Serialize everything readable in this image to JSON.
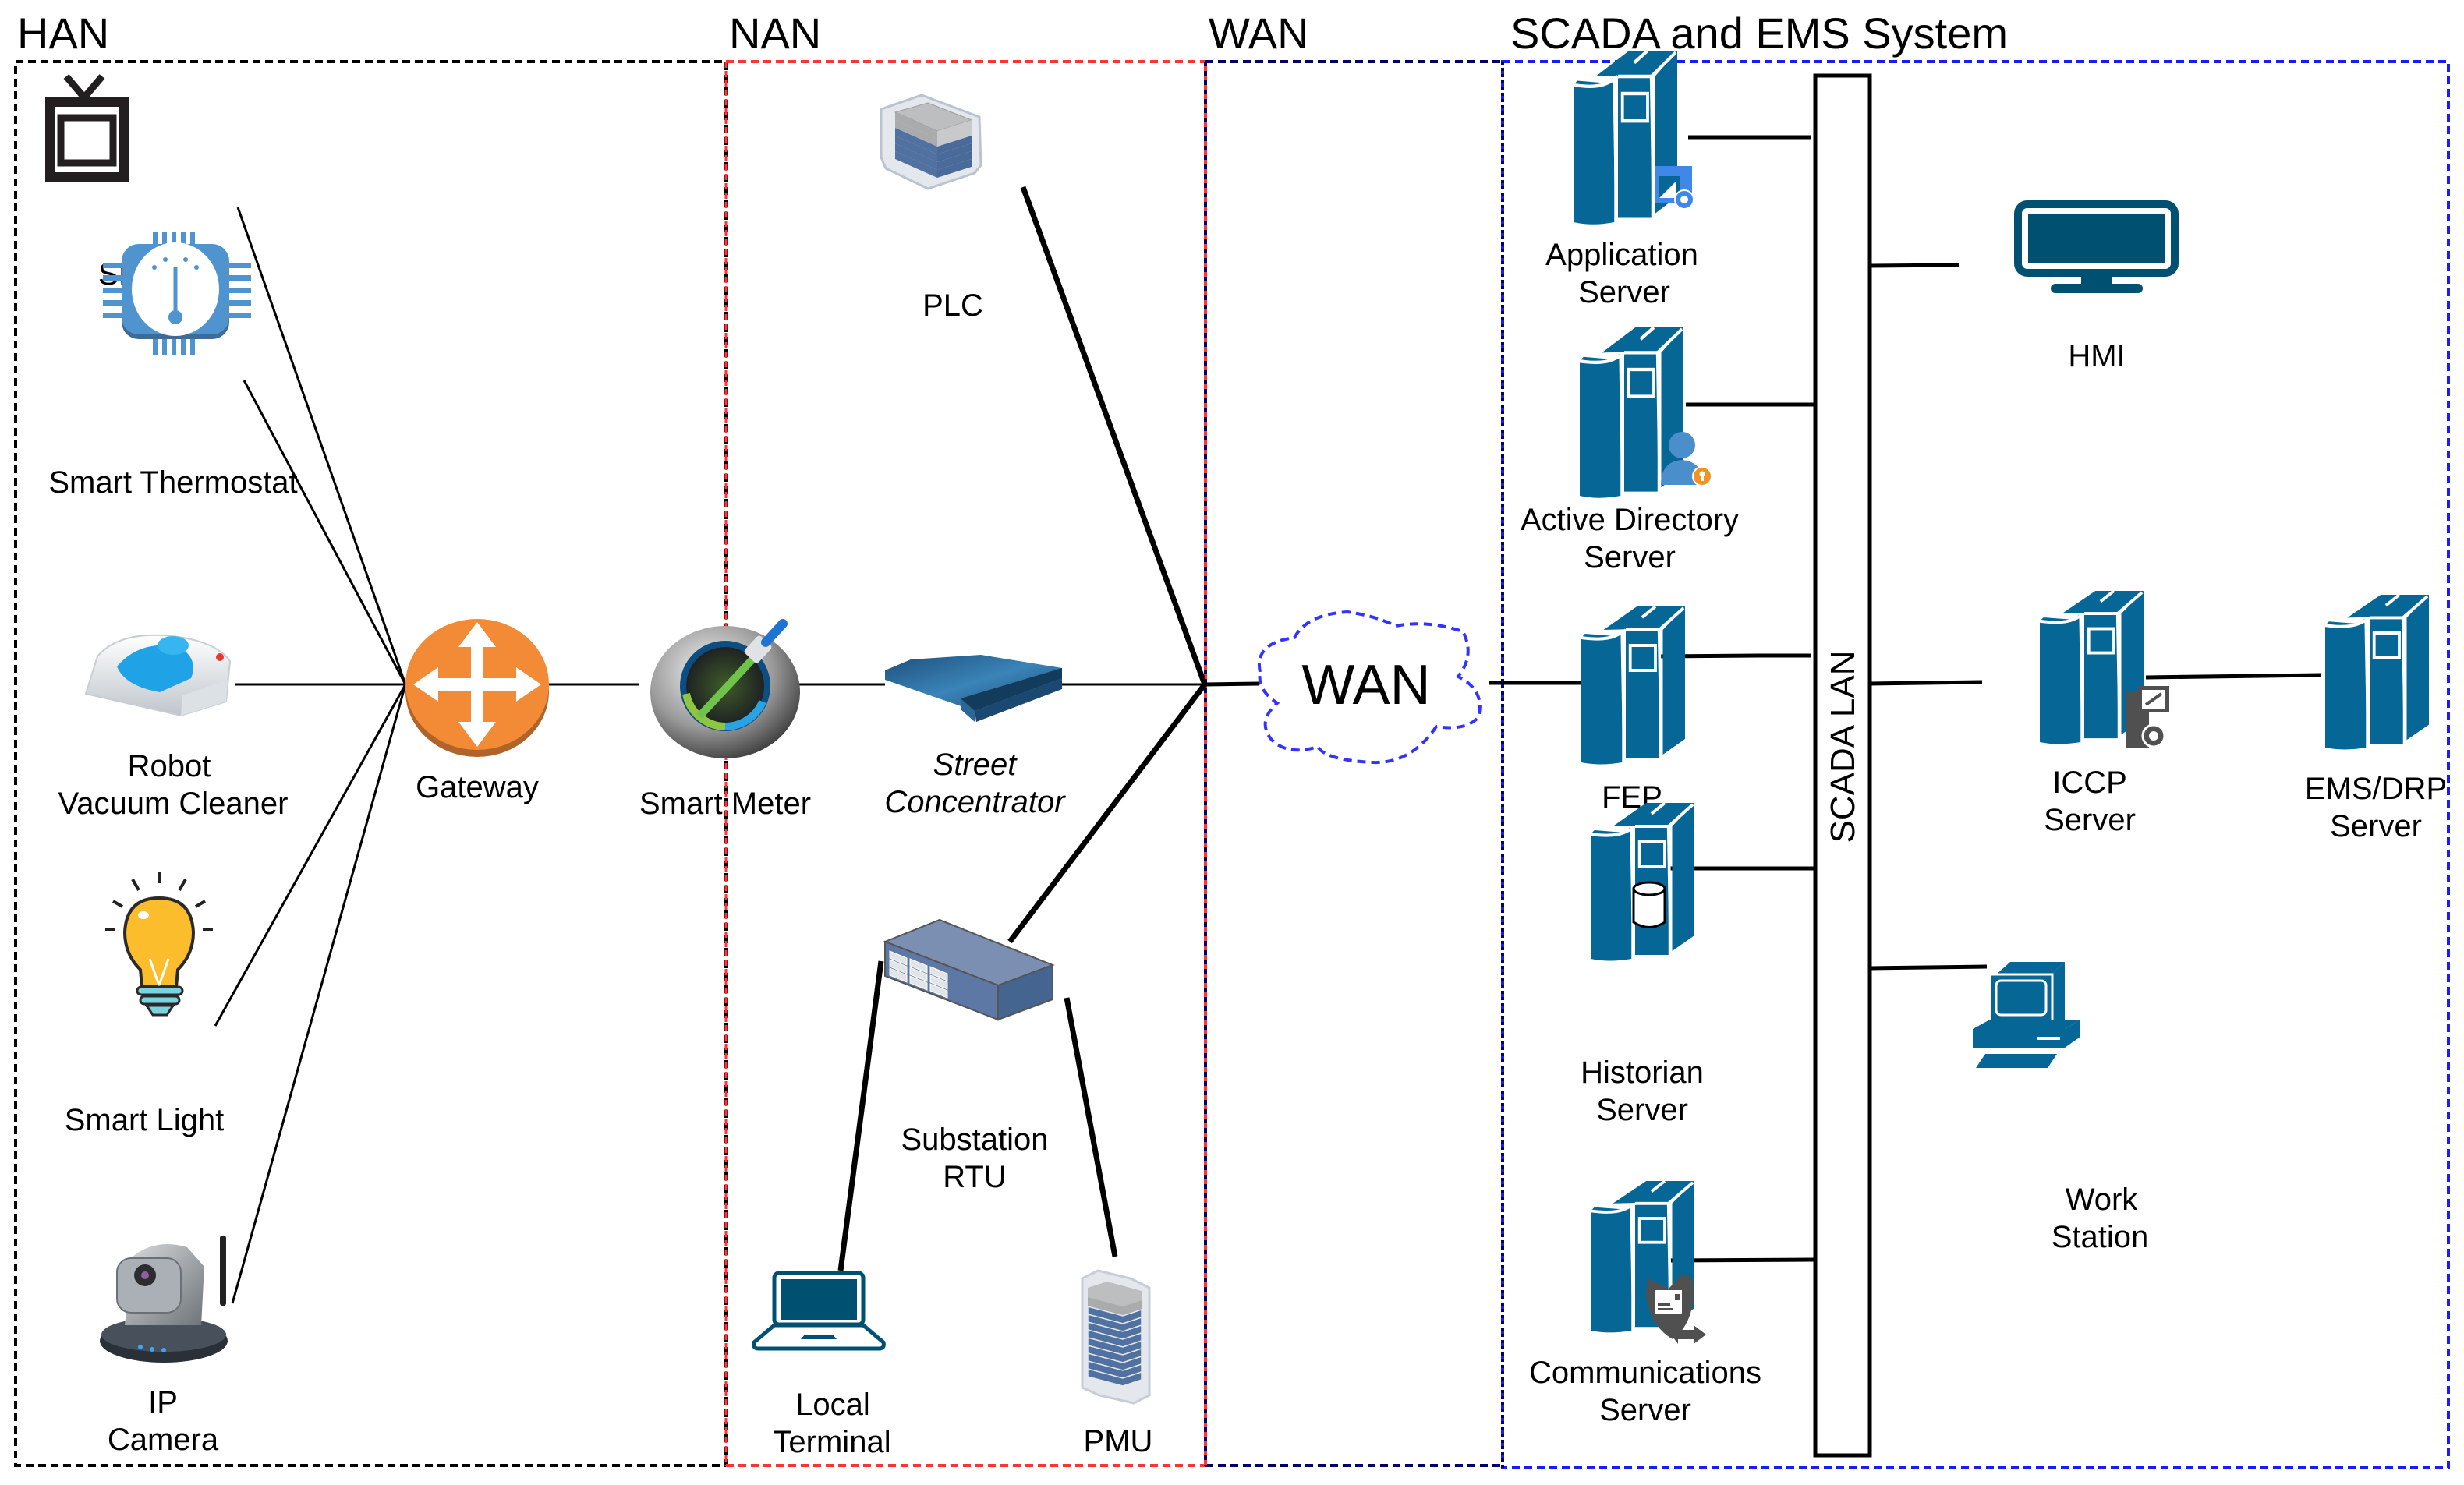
{
  "zones": {
    "han": {
      "label": "HAN",
      "border_color": "#000000"
    },
    "nan": {
      "label": "NAN",
      "border_color": "#ff3333"
    },
    "wan": {
      "label": "WAN",
      "border_color": "#000066"
    },
    "scada": {
      "label": "SCADA and EMS System",
      "border_color": "#1a1aff"
    }
  },
  "han": {
    "devices": [
      {
        "id": "smart-tv",
        "lines": [
          "Smart TV"
        ],
        "icon": "tv-icon"
      },
      {
        "id": "smart-thermostat",
        "lines": [
          "Smart Thermostat"
        ],
        "icon": "thermostat-icon"
      },
      {
        "id": "robot-vacuum",
        "lines": [
          "Robot",
          "Vacuum Cleaner"
        ],
        "icon": "robot-vacuum-icon"
      },
      {
        "id": "smart-light",
        "lines": [
          "Smart Light"
        ],
        "icon": "lightbulb-icon"
      },
      {
        "id": "ip-camera",
        "lines": [
          "IP",
          "Camera"
        ],
        "icon": "camera-icon"
      }
    ],
    "gateway": {
      "lines": [
        "Gateway"
      ],
      "icon": "router-icon",
      "color": "#f28a36"
    }
  },
  "nan": {
    "smart_meter": {
      "lines": [
        "Smart Meter"
      ],
      "icon": "smart-meter-icon"
    },
    "plc": {
      "lines": [
        "PLC"
      ],
      "icon": "plc-rack-icon"
    },
    "street_concentrator": {
      "lines": [
        "Street",
        "Concentrator"
      ],
      "icon": "concentrator-icon"
    },
    "substation_rtu": {
      "lines": [
        "Substation",
        "RTU"
      ],
      "icon": "rtu-switch-icon"
    },
    "local_terminal": {
      "lines": [
        "Local",
        "Terminal"
      ],
      "icon": "laptop-icon"
    },
    "pmu": {
      "lines": [
        "PMU"
      ],
      "icon": "pmu-rack-icon"
    }
  },
  "wan": {
    "cloud_label": "WAN",
    "cloud_color": "#3333ff"
  },
  "scada": {
    "lan_label": "SCADA LAN",
    "server_color": "#066796",
    "servers": [
      {
        "id": "application-server",
        "lines": [
          "Application",
          "Server"
        ],
        "badge": "app-gear-icon"
      },
      {
        "id": "active-directory-server",
        "lines": [
          "Active Directory",
          "Server"
        ],
        "badge": "user-key-icon"
      },
      {
        "id": "fep",
        "lines": [
          "FEP"
        ],
        "badge": ""
      },
      {
        "id": "historian-server",
        "lines": [
          "Historian",
          "Server"
        ],
        "badge": "database-icon"
      },
      {
        "id": "communications-server",
        "lines": [
          "Communications",
          "Server"
        ],
        "badge": "shield-arrows-icon"
      }
    ],
    "right_nodes": {
      "hmi": {
        "lines": [
          "HMI"
        ],
        "icon": "monitor-icon"
      },
      "iccp": {
        "lines": [
          "ICCP",
          "Server"
        ],
        "icon": "server-icon"
      },
      "ems_drp": {
        "lines": [
          "EMS/DRP",
          "Server"
        ],
        "icon": "server-icon"
      },
      "workstation": {
        "lines": [
          "Work",
          "Station"
        ],
        "icon": "workstation-icon"
      }
    }
  }
}
